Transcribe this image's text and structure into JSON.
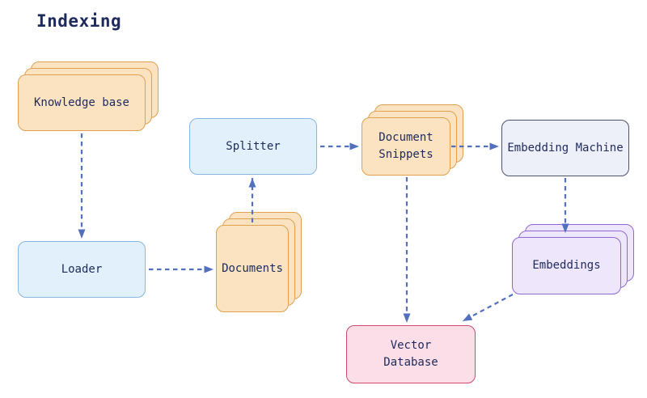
{
  "title": "Indexing",
  "nodes": [
    {
      "id": "knowledge-base",
      "label": "Knowledge base",
      "kind": "stack",
      "palette": "orange"
    },
    {
      "id": "loader",
      "label": "Loader",
      "kind": "box",
      "palette": "blue"
    },
    {
      "id": "documents",
      "label": "Documents",
      "kind": "stack",
      "palette": "orange"
    },
    {
      "id": "splitter",
      "label": "Splitter",
      "kind": "box",
      "palette": "blue"
    },
    {
      "id": "document-snippets",
      "label": "Document\nSnippets",
      "kind": "stack",
      "palette": "orange"
    },
    {
      "id": "embedding-machine",
      "label": "Embedding Machine",
      "kind": "box",
      "palette": "slate"
    },
    {
      "id": "embeddings",
      "label": "Embeddings",
      "kind": "stack",
      "palette": "purple"
    },
    {
      "id": "vector-database",
      "label": "Vector\nDatabase",
      "kind": "box",
      "palette": "pink"
    }
  ],
  "edges": [
    {
      "from": "knowledge-base",
      "to": "loader"
    },
    {
      "from": "loader",
      "to": "documents"
    },
    {
      "from": "documents",
      "to": "splitter"
    },
    {
      "from": "splitter",
      "to": "document-snippets"
    },
    {
      "from": "document-snippets",
      "to": "embedding-machine"
    },
    {
      "from": "embedding-machine",
      "to": "embeddings"
    },
    {
      "from": "document-snippets",
      "to": "vector-database"
    },
    {
      "from": "embeddings",
      "to": "vector-database"
    }
  ],
  "colors": {
    "text": "#1e2a5c",
    "arrow": "#5270be",
    "orange_fill": "#fbe3c2",
    "orange_border": "#dfa14e",
    "blue_fill": "#e1f0fb",
    "blue_border": "#85b6e4",
    "slate_fill": "#edf0f9",
    "slate_border": "#4a5470",
    "purple_fill": "#eee6fb",
    "purple_border": "#8f68d5",
    "pink_fill": "#fbdee7",
    "pink_border": "#cc4a6e"
  }
}
